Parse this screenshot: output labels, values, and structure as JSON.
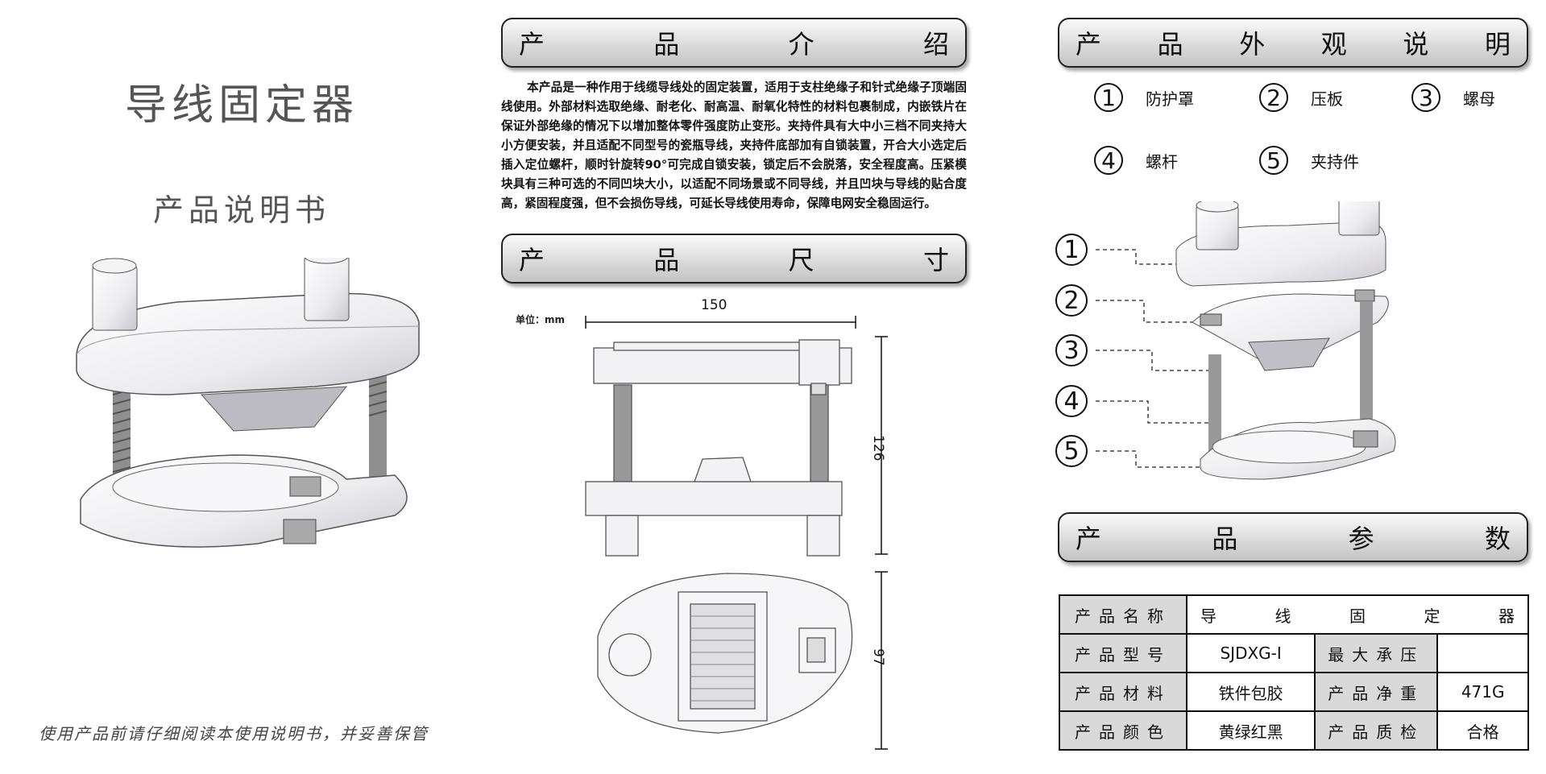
{
  "left": {
    "title": "导线固定器",
    "subtitle": "产品说明书",
    "notice": "使用产品前请仔细阅读本使用说明书，并妥善保管"
  },
  "intro_section": {
    "heading": [
      "产",
      "品",
      "介",
      "绍"
    ],
    "text": "本产品是一种作用于线缆导线处的固定装置，适用于支柱绝缘子和针式绝缘子顶端固线使用。外部材料选取绝缘、耐老化、耐高温、耐氧化特性的材料包裹制成，内嵌铁片在保证外部绝缘的情况下以增加整体零件强度防止变形。夹持件具有大中小三档不同夹持大小方便安装，并且适配不同型号的瓷瓶导线，夹持件底部加有自锁装置，开合大小选定后插入定位螺杆，顺时针旋转90°可完成自锁安装，锁定后不会脱落，安全程度高。压紧模块具有三种可选的不同凹块大小，以适配不同场景或不同导线，并且凹块与导线的贴合度高，紧固程度强，但不会损伤导线，可延长导线使用寿命，保障电网安全稳固运行。"
  },
  "size_section": {
    "heading": [
      "产",
      "品",
      "尺",
      "寸"
    ],
    "unit": "单位：mm",
    "width": "150",
    "height": "126",
    "depth": "97"
  },
  "appearance_section": {
    "heading": [
      "产",
      "品",
      "外",
      "观",
      "说",
      "明"
    ],
    "parts": [
      {
        "num": "1",
        "label": "防护罩"
      },
      {
        "num": "2",
        "label": "压板"
      },
      {
        "num": "3",
        "label": "螺母"
      },
      {
        "num": "4",
        "label": "螺杆"
      },
      {
        "num": "5",
        "label": "夹持件"
      }
    ],
    "callouts": [
      "1",
      "2",
      "3",
      "4",
      "5"
    ]
  },
  "params_section": {
    "heading": [
      "产",
      "品",
      "参",
      "数"
    ],
    "rows": {
      "name_label": "产品名称",
      "name_value": [
        "导",
        "线",
        "固",
        "定",
        "器"
      ],
      "model_label": "产品型号",
      "model_value": "SJDXG-Ⅰ",
      "max_load_label": "最大承压",
      "max_load_value": "",
      "material_label": "产品材料",
      "material_value": "铁件包胶",
      "weight_label": "产品净重",
      "weight_value": "471G",
      "color_label": "产品颜色",
      "color_value": "黄绿红黑",
      "qc_label": "产品质检",
      "qc_value": "合格"
    }
  }
}
